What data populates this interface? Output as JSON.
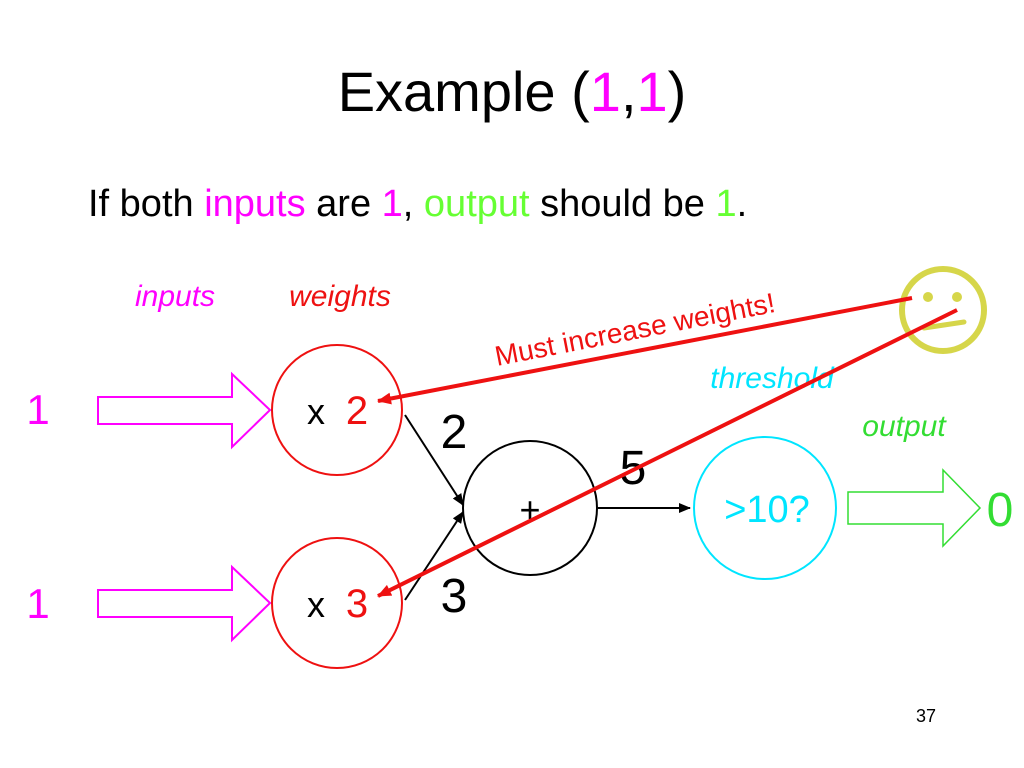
{
  "title": {
    "prefix": "Example (",
    "a": "1",
    "comma": ",",
    "b": "1",
    "suffix": ")"
  },
  "subtitle": {
    "p1": "If both ",
    "inputs": "inputs",
    "p2": " are ",
    "one_a": "1",
    "p3": ", ",
    "output": "output",
    "p4": " should be ",
    "one_b": "1",
    "p5": "."
  },
  "diagram": {
    "inputs_label": "inputs",
    "weights_label": "weights",
    "input_top": "1",
    "input_bottom": "1",
    "weight_top_x": "x",
    "weight_top_value": "2",
    "weight_bottom_x": "x",
    "weight_bottom_value": "3",
    "product_top": "2",
    "product_bottom": "3",
    "sum_symbol": "+",
    "sum_value": "5",
    "threshold_label": "threshold",
    "threshold_test": ">10?",
    "output_label": "output",
    "output_value": "0",
    "annotation": "Must increase weights!",
    "face_icon": "neutral-face-icon"
  },
  "colors": {
    "input": "#ff00ff",
    "weight": "#ee1111",
    "threshold": "#00e5ff",
    "output": "#33dd33",
    "face": "#d6d64a"
  },
  "slide_number": "37"
}
